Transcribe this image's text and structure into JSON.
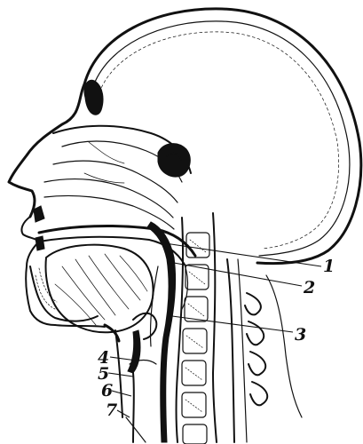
{
  "callouts": [
    {
      "id": "1",
      "label": "1"
    },
    {
      "id": "2",
      "label": "2"
    },
    {
      "id": "3",
      "label": "3"
    },
    {
      "id": "4",
      "label": "4"
    },
    {
      "id": "5",
      "label": "5"
    },
    {
      "id": "6",
      "label": "6"
    },
    {
      "id": "7",
      "label": "7"
    }
  ],
  "style": {
    "ink_color": "#111111",
    "paper_color": "#ffffff"
  }
}
